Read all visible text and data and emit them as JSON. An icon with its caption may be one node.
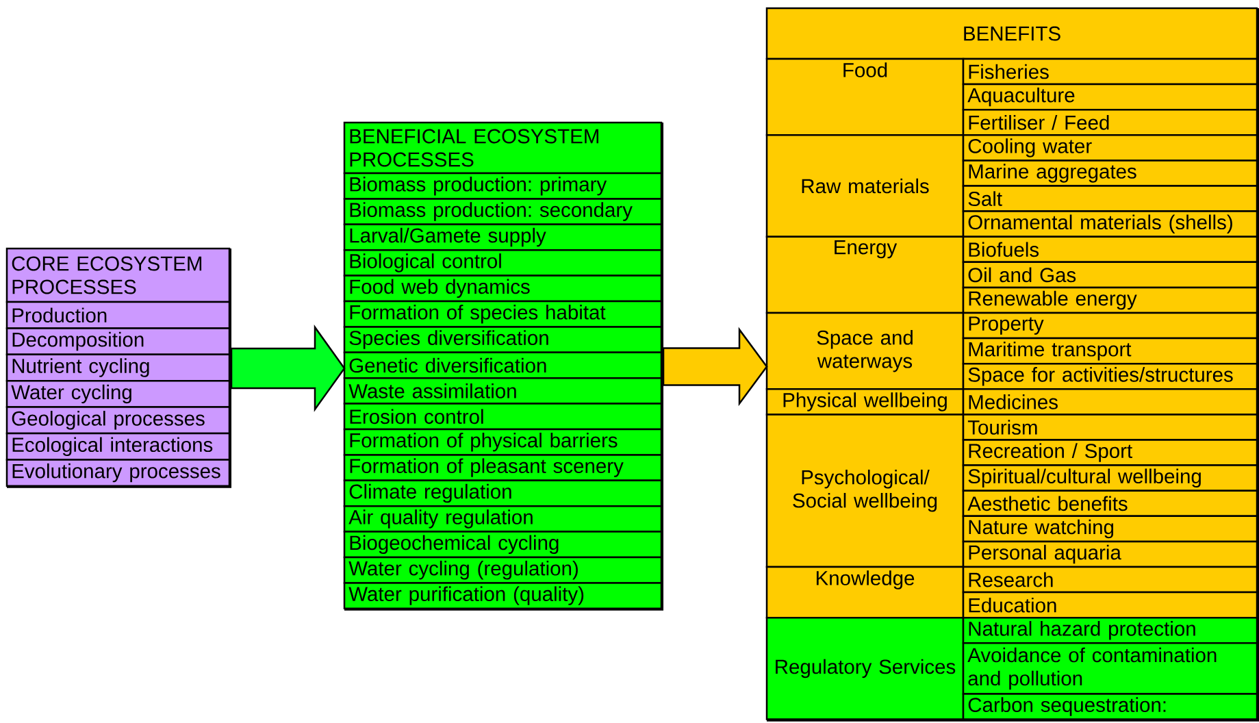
{
  "diagram": {
    "nodes": [
      {
        "text": [
          "CORE ECOSYSTEM PROCESSES",
          "Production",
          "Decomposition",
          "Nutrient cycling",
          "Water cycling",
          "Geological processes",
          "Ecological interactions",
          "Evolutionary processes"
        ]
      },
      {
        "text": [
          "BENEFICIAL ECOSYSTEM PROCESSES",
          "Biomass production: primary",
          "Biomass production: secondary",
          "Larval/Gamete supply",
          "Biological control",
          "Food web dynamics",
          "Formation of species habitat",
          "Species diversification",
          "Genetic diversification",
          "Waste assimilation",
          "Erosion control",
          "Formation of physical barriers",
          "Formation of pleasant scenery",
          "Climate regulation",
          "Air quality regulation",
          "Biogeochemical cycling",
          "Water cycling (regulation)",
          "Water purification (quality)"
        ]
      },
      {
        "text": [
          "BENEFITS"
        ]
      },
      {
        "text": [
          "Food",
          "Fisheries",
          "Aquaculture",
          "Fertiliser / Feed"
        ],
        "in": 2
      },
      {
        "text": [
          "Raw materials",
          "Cooling water",
          "Marine aggregates",
          "Salt",
          "Ornamental materials (shells)"
        ],
        "in": 2
      },
      {
        "text": [
          "Energy",
          "Biofuels",
          "Oil and Gas",
          "Renewable energy"
        ],
        "in": 2
      },
      {
        "text": [
          "Space and waterways",
          "Property",
          "Maritime transport",
          "Space for activities/structures"
        ],
        "in": 2
      },
      {
        "text": [
          "Physical wellbeing",
          "Medicines"
        ],
        "in": 2
      },
      {
        "text": [
          "Psychological/ Social wellbeing",
          "Tourism",
          "Recreation / Sport",
          "Spiritual/cultural wellbeing",
          "Aesthetic benefits",
          "Nature watching",
          "Personal aquaria"
        ],
        "in": 2
      },
      {
        "text": [
          "Knowledge",
          "Research",
          "Education"
        ],
        "in": 2
      },
      {
        "text": [
          "Regulatory Services",
          "Natural hazard protection",
          "Avoidance of contamination and pollution",
          "Carbon sequestration:"
        ],
        "in": 2
      }
    ],
    "edges": [
      {
        "from": 0,
        "to": 1,
        "arrow": "to",
        "color": "#00ff22"
      },
      {
        "from": 1,
        "to": 2,
        "arrow": "to",
        "color": "#ffcc00"
      }
    ]
  }
}
